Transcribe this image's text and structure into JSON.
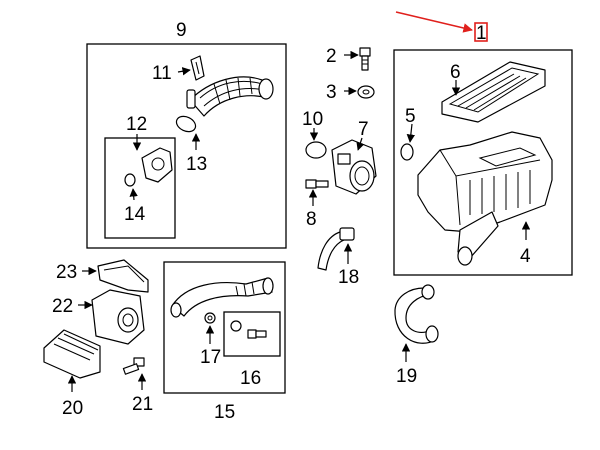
{
  "callouts": {
    "c1": "1",
    "c2": "2",
    "c3": "3",
    "c4": "4",
    "c5": "5",
    "c6": "6",
    "c7": "7",
    "c8": "8",
    "c9": "9",
    "c10": "10",
    "c11": "11",
    "c12": "12",
    "c13": "13",
    "c14": "14",
    "c15": "15",
    "c16": "16",
    "c17": "17",
    "c18": "18",
    "c19": "19",
    "c20": "20",
    "c21": "21",
    "c22": "22",
    "c23": "23"
  },
  "highlight": {
    "color": "#e0201c",
    "target": "1"
  }
}
